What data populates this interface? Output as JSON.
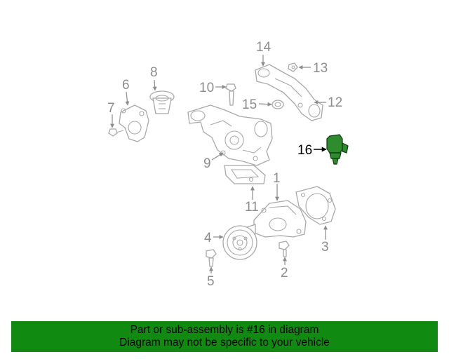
{
  "callouts": {
    "c1": "1",
    "c2": "2",
    "c3": "3",
    "c4": "4",
    "c5": "5",
    "c6": "6",
    "c7": "7",
    "c8": "8",
    "c9": "9",
    "c10": "10",
    "c11": "11",
    "c12": "12",
    "c13": "13",
    "c14": "14",
    "c15": "15",
    "c16": "16"
  },
  "highlight": {
    "part": "16",
    "color": "#2e8b2e"
  },
  "banner": {
    "line1": "Part or sub-assembly is #16 in diagram",
    "line2": "Diagram may not be specific to your vehicle",
    "background": "#118a11"
  }
}
